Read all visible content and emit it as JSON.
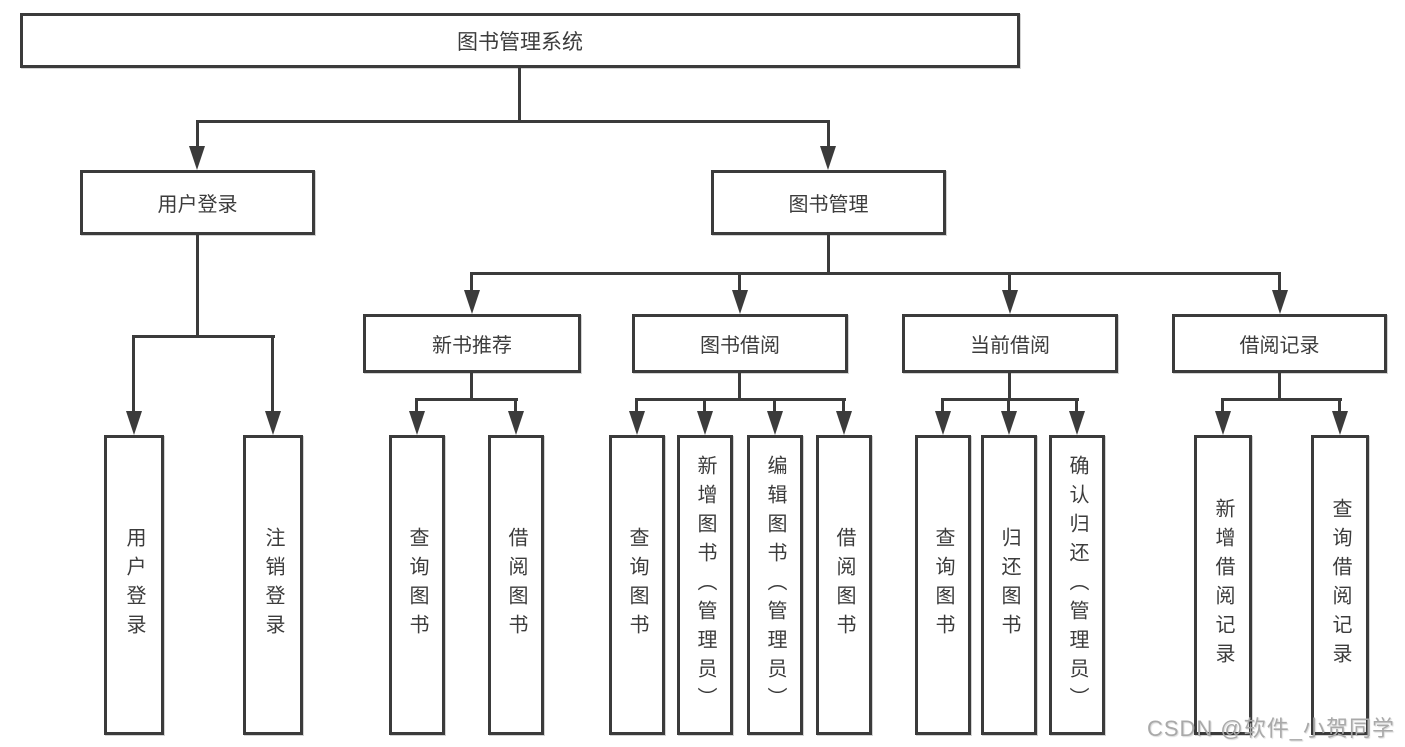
{
  "diagram": {
    "root": {
      "label": "图书管理系统"
    },
    "level1": {
      "user_login": {
        "label": "用户登录"
      },
      "book_management": {
        "label": "图书管理"
      }
    },
    "level2": {
      "new_book_recommend": {
        "label": "新书推荐"
      },
      "book_borrowing": {
        "label": "图书借阅"
      },
      "current_borrowing": {
        "label": "当前借阅"
      },
      "borrowing_records": {
        "label": "借阅记录"
      }
    },
    "leaves": {
      "user_login": {
        "label": "用户登录"
      },
      "logout": {
        "label": "注销登录"
      },
      "rec_query_books": {
        "label": "查询图书"
      },
      "rec_borrow_books": {
        "label": "借阅图书"
      },
      "borrow_query_books": {
        "label": "查询图书"
      },
      "borrow_add_books": {
        "label": "新增图书（管理员）"
      },
      "borrow_edit_books": {
        "label": "编辑图书（管理员）"
      },
      "borrow_borrow_books": {
        "label": "借阅图书"
      },
      "cur_query_books": {
        "label": "查询图书"
      },
      "cur_return_books": {
        "label": "归还图书"
      },
      "cur_confirm_return": {
        "label": "确认归还（管理员）"
      },
      "rec_add_record": {
        "label": "新增借阅记录"
      },
      "rec_query_record": {
        "label": "查询借阅记录"
      }
    },
    "hierarchy": {
      "图书管理系统": {
        "用户登录": [
          "用户登录",
          "注销登录"
        ],
        "图书管理": {
          "新书推荐": [
            "查询图书",
            "借阅图书"
          ],
          "图书借阅": [
            "查询图书",
            "新增图书（管理员）",
            "编辑图书（管理员）",
            "借阅图书"
          ],
          "当前借阅": [
            "查询图书",
            "归还图书",
            "确认归还（管理员）"
          ],
          "借阅记录": [
            "新增借阅记录",
            "查询借阅记录"
          ]
        }
      }
    },
    "colors": {
      "line": "#3b3b3b",
      "text": "#3c3c3c",
      "background": "#ffffff",
      "watermark": "#a9a9a9"
    },
    "watermark": "CSDN @软件_小贺同学"
  }
}
